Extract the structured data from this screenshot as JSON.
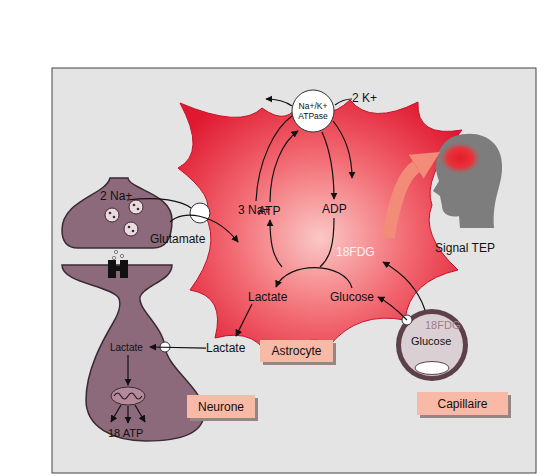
{
  "diagram": {
    "nodes": [
      {
        "text": [
          "Astrocyte"
        ]
      },
      {
        "text": [
          "Na+/K+ ATPase"
        ],
        "in": 0
      },
      {
        "text": [
          "Neurone"
        ]
      },
      {
        "text": [
          "18FDG",
          "Glucose",
          "Capillaire"
        ]
      },
      {
        "text": [
          "Signal TEP"
        ]
      }
    ],
    "edges": [
      {
        "from": 3,
        "to": 0,
        "arrow": "to"
      },
      {
        "from": 3,
        "to": 0,
        "arrow": "to"
      },
      {
        "from": 2,
        "to": 0,
        "arrow": "to"
      },
      {
        "from": 0,
        "to": 2,
        "arrow": "to"
      },
      {
        "from": 0,
        "to": 4,
        "arrow": "to"
      }
    ],
    "labels": [
      "2 K+",
      "2 Na+",
      "3 Na+",
      "Glutamate",
      "ATP",
      "ADP",
      "18FDG",
      "Lactate",
      "Glucose",
      "Lactate",
      "Lactate",
      "18 ATP"
    ]
  }
}
